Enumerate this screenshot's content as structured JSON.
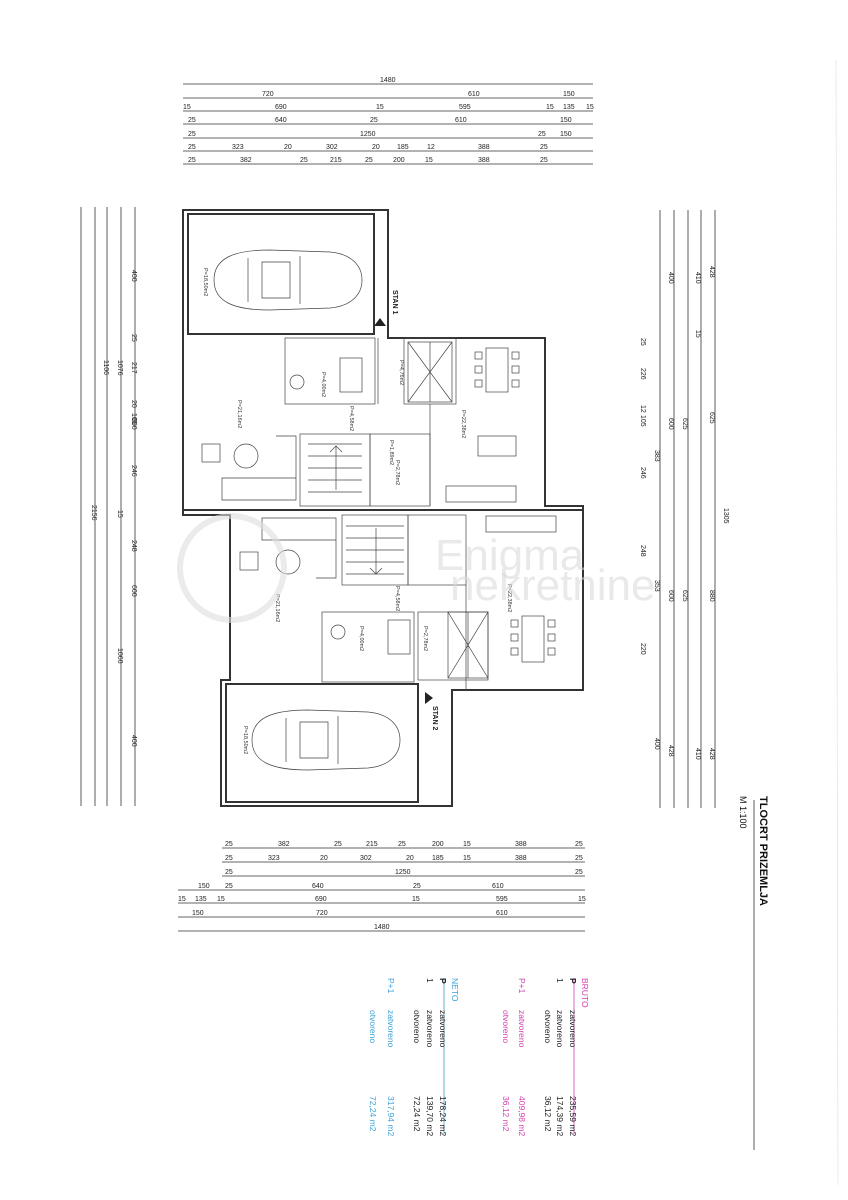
{
  "drawing": {
    "title": "TLOCRT PRIZEMLJA",
    "scale": "M 1:100",
    "unit_labels": {
      "stan1": "STAN 1",
      "stan2": "STAN 2"
    }
  },
  "dimensions": {
    "top": [
      [
        "1480"
      ],
      [
        "720",
        "610",
        "150"
      ],
      [
        "15",
        "690",
        "15",
        "595",
        "15",
        "135",
        "15"
      ],
      [
        "25",
        "640",
        "25",
        "610",
        "150"
      ],
      [
        "25",
        "1250",
        "25",
        "150"
      ],
      [
        "25",
        "323",
        "20",
        "302",
        "20",
        "185",
        "12",
        "388",
        "25"
      ],
      [
        "25",
        "382",
        "25",
        "215",
        "25",
        "200",
        "15",
        "388",
        "25"
      ]
    ],
    "bottom": [
      [
        "25",
        "382",
        "25",
        "215",
        "25",
        "200",
        "15",
        "388",
        "25"
      ],
      [
        "25",
        "323",
        "20",
        "302",
        "20",
        "185",
        "15",
        "388",
        "25"
      ],
      [
        "25",
        "1250",
        "25"
      ],
      [
        "150",
        "25",
        "640",
        "25",
        "610"
      ],
      [
        "15",
        "135",
        "15",
        "690",
        "15",
        "595",
        "15"
      ],
      [
        "150",
        "720",
        "610"
      ],
      [
        "1480"
      ]
    ],
    "left": [
      "2156",
      "1106",
      "1076",
      "1060",
      "600",
      "400",
      "248",
      "246",
      "217",
      "105",
      "20",
      "25",
      "15"
    ],
    "right": [
      "1305",
      "880",
      "625",
      "600",
      "428",
      "410",
      "400",
      "383",
      "353",
      "248",
      "246",
      "226",
      "220",
      "105",
      "25",
      "15",
      "12"
    ]
  },
  "rooms": {
    "garage_top": "P=18,50m2",
    "garage_bottom": "P=18,50m2",
    "living1": "P=21,16m2",
    "living2": "P=21,16m2",
    "kitchen1": "P=22,38m2",
    "kitchen2": "P=22,38m2",
    "bath1": "P=4,00m2",
    "bath2": "P=4,00m2",
    "hall1": "P=4,58m2",
    "hall2": "P=4,58m2",
    "wc1": "P=2,78m2",
    "wc2": "P=2,78m2",
    "closet1": "P=4,76m2",
    "stair1": "P=1,89m2"
  },
  "watermark": {
    "line1": "Enigma",
    "line2": "nekretnine"
  },
  "areas": {
    "bruto": {
      "heading": "BRUTO",
      "rows": [
        {
          "code": "P",
          "label": "zatvoreno",
          "value": "235,59 m2"
        },
        {
          "code": "1",
          "label": "zatvoreno",
          "value": "174,39 m2"
        },
        {
          "code": "",
          "label": "otvoreno",
          "value": "36,12 m2"
        },
        {
          "code": "P+1",
          "label": "zatvoreno",
          "value": "409,98 m2"
        },
        {
          "code": "",
          "label": "otvoreno",
          "value": "36,12 m2"
        }
      ]
    },
    "neto": {
      "heading": "NETO",
      "rows": [
        {
          "code": "P",
          "label": "zatvoreno",
          "value": "178,24 m2"
        },
        {
          "code": "1",
          "label": "zatvoreno",
          "value": "139,70 m2"
        },
        {
          "code": "",
          "label": "otvoreno",
          "value": "72,24 m2"
        },
        {
          "code": "P+1",
          "label": "zatvoreno",
          "value": "317,94 m2"
        },
        {
          "code": "",
          "label": "otvoreno",
          "value": "72,24 m2"
        }
      ]
    }
  },
  "colors": {
    "bruto": "#d23fb0",
    "neto": "#3aa0d8",
    "ink": "#222222"
  }
}
